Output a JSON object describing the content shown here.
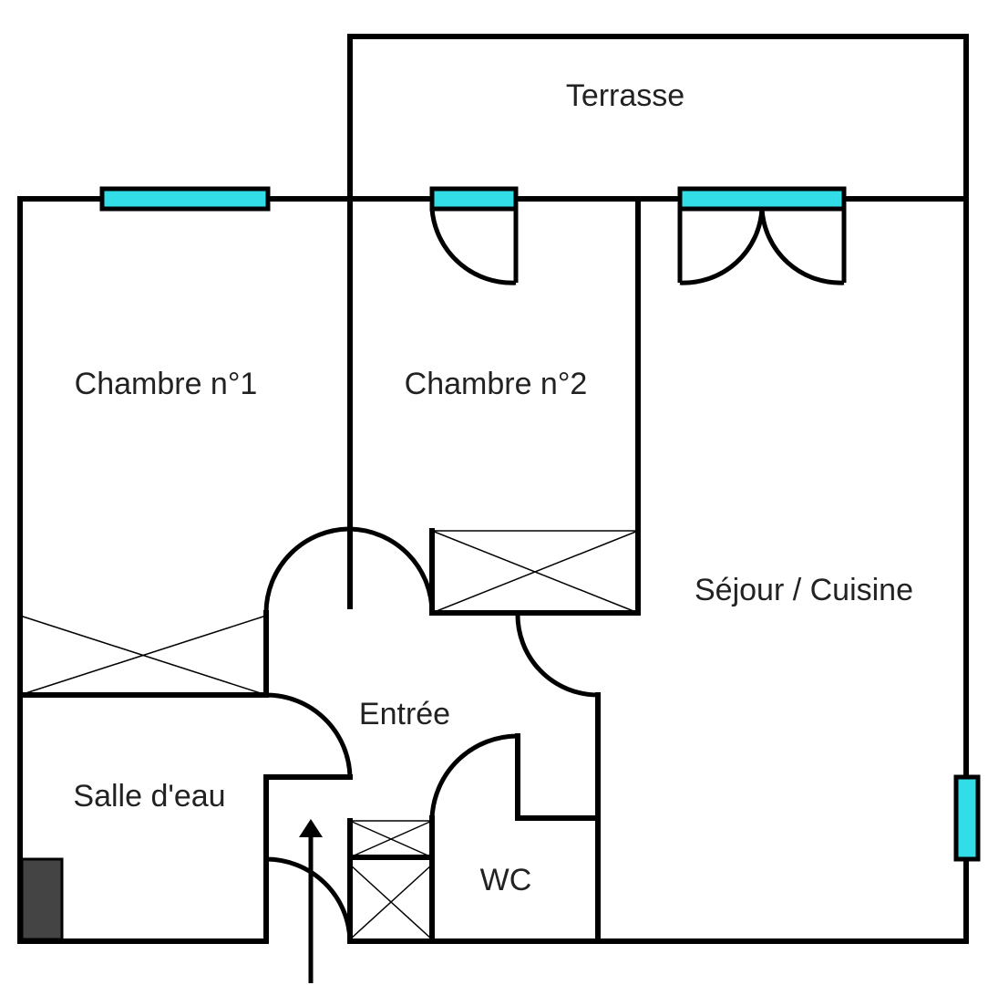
{
  "rooms": {
    "terrasse": "Terrasse",
    "chambre1": "Chambre n°1",
    "chambre2": "Chambre n°2",
    "sejour": "Séjour / Cuisine",
    "entree": "Entrée",
    "salle_eau": "Salle d'eau",
    "wc": "WC"
  },
  "colors": {
    "wall": "#000000",
    "window_glass": "#33dde8",
    "fixture": "#444444",
    "background": "#ffffff",
    "label": "#222222"
  }
}
